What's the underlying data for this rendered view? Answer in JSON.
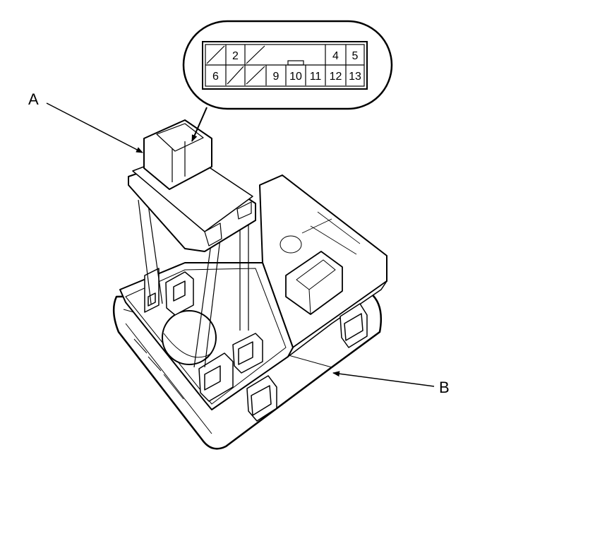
{
  "callouts": {
    "a": "A",
    "b": "B"
  },
  "connector": {
    "top_row": [
      "",
      "2",
      "",
      "",
      "",
      "",
      "4",
      "5"
    ],
    "bottom_row": [
      "6",
      "",
      "",
      "9",
      "10",
      "11",
      "12",
      "13"
    ]
  }
}
